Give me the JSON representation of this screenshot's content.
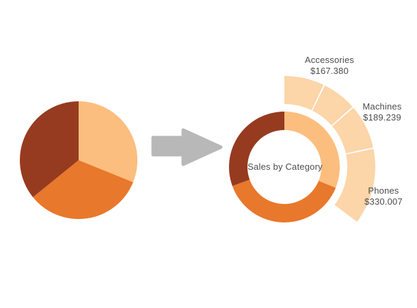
{
  "background": "#ffffff",
  "colors": {
    "dark_brown": "#963B20",
    "orange": "#E8782B",
    "peach": "#FCBE7E",
    "light_band": "#FCD5A9",
    "arrow_gray": "#B8B8B8",
    "label_text": "#4B4B4B"
  },
  "arrow": {
    "icon": "block-arrow-right",
    "color": "#B8B8B8"
  },
  "chart_data": [
    {
      "type": "pie",
      "name": "source-pie",
      "center": [
        115,
        234
      ],
      "radius": 86,
      "slices": [
        {
          "color": "#FCBE7E",
          "start_deg": 0,
          "end_deg": 112
        },
        {
          "color": "#E8782B",
          "start_deg": 112,
          "end_deg": 231
        },
        {
          "color": "#963B20",
          "start_deg": 231,
          "end_deg": 360
        }
      ]
    },
    {
      "type": "donut",
      "name": "sales-by-category-donut",
      "center": [
        416,
        244
      ],
      "inner_radius": 54,
      "outer_radius": 81,
      "center_label": "Sales by Category",
      "slices": [
        {
          "color": "#FCBE7E",
          "start_deg": 0,
          "end_deg": 112
        },
        {
          "color": "#E8782B",
          "start_deg": 112,
          "end_deg": 250
        },
        {
          "color": "#963B20",
          "start_deg": 250,
          "end_deg": 360
        }
      ]
    },
    {
      "type": "radial-band",
      "name": "category-sales-band",
      "center": [
        416,
        244
      ],
      "inner_radius": 92,
      "outer_radius": 133,
      "color": "#FCD5A9",
      "divider_color": "#FFFFFF",
      "segments": [
        {
          "label": "Accessories",
          "value_label": "$167.380",
          "value": 167380,
          "start_deg": 0,
          "end_deg": 26
        },
        {
          "label": "",
          "value_label": "",
          "value": null,
          "start_deg": 26,
          "end_deg": 49
        },
        {
          "label": "Machines",
          "value_label": "$189.239",
          "value": 189239,
          "start_deg": 49,
          "end_deg": 78
        },
        {
          "label": "Phones",
          "value_label": "$330.007",
          "value": 330007,
          "start_deg": 78,
          "end_deg": 127
        }
      ]
    }
  ]
}
